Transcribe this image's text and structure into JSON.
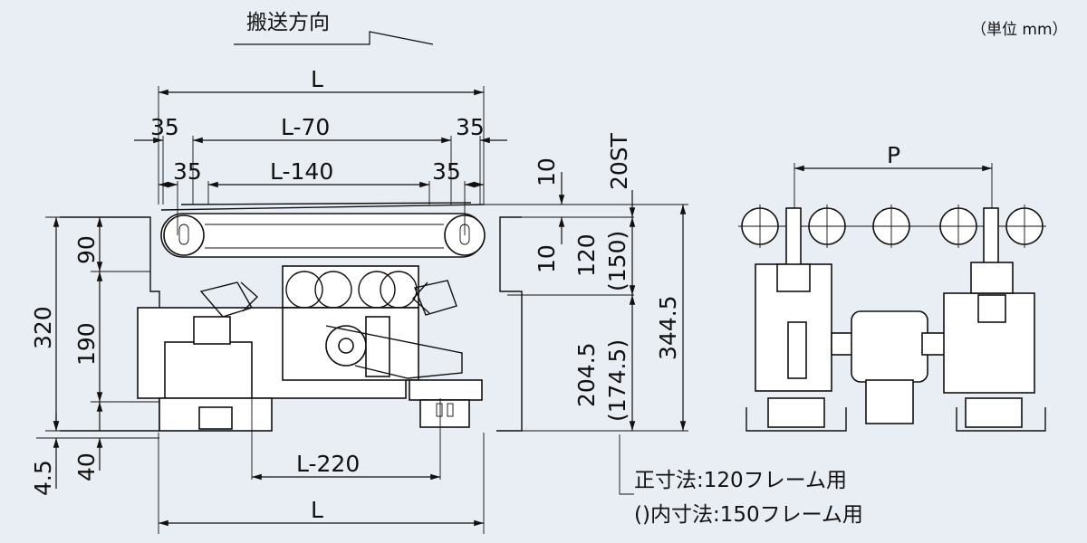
{
  "header": {
    "direction_label": "搬送方向",
    "unit_label": "（単位 mm）"
  },
  "dimensions": {
    "top_length": "L",
    "bottom_length": "L",
    "l_minus_70": "L-70",
    "l_minus_140": "L-140",
    "l_minus_220": "L-220",
    "end_35_a": "35",
    "end_35_b": "35",
    "end_35_c": "35",
    "end_35_d": "35",
    "dim_320": "320",
    "dim_90": "90",
    "dim_190": "190",
    "dim_4_5": "4.5",
    "dim_40": "40",
    "dim_10_top": "10",
    "dim_10_mid": "10",
    "dim_120": "120",
    "dim_150": "(150)",
    "dim_20st": "20ST",
    "dim_204_5": "204.5",
    "dim_174_5": "(174.5)",
    "dim_344_5": "344.5",
    "pitch": "P"
  },
  "notes": {
    "note_120": "正寸法:120フレーム用",
    "note_150": "()内寸法:150フレーム用"
  }
}
